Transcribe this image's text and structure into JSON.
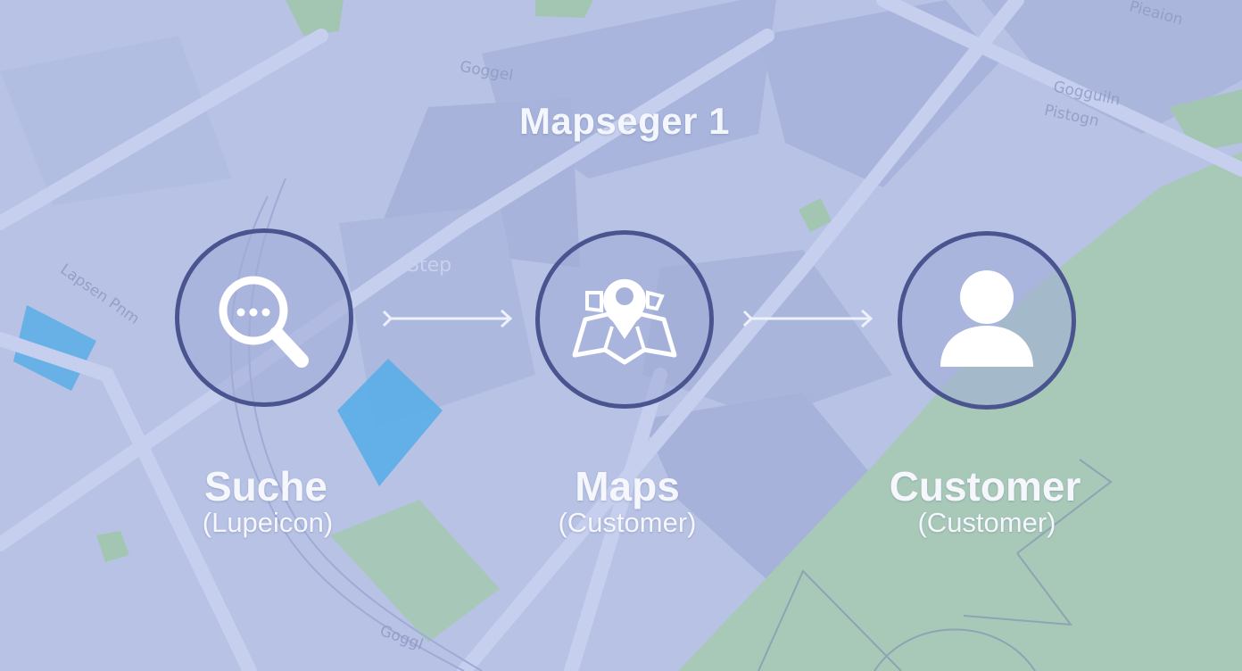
{
  "title": "Mapseger 1",
  "step_watermark": "Step",
  "map_labels": [
    "Goggel",
    "Gogguiln",
    "Pieaion",
    "Pistogn",
    "Lapsen Pnm",
    "Goggl"
  ],
  "nodes": [
    {
      "label": "Suche",
      "sublabel": "(Lupeicon)",
      "icon": "search-chat-icon"
    },
    {
      "label": "Maps",
      "sublabel": "(Customer)",
      "icon": "map-pin-icon"
    },
    {
      "label": "Customer",
      "sublabel": "(Customer)",
      "icon": "person-icon"
    }
  ],
  "colors": {
    "background": "#b7c2e4",
    "node_border": "#4a5590",
    "text": "#f5f7fd",
    "park": "#a8c9b8",
    "water": "#5aaee8"
  }
}
